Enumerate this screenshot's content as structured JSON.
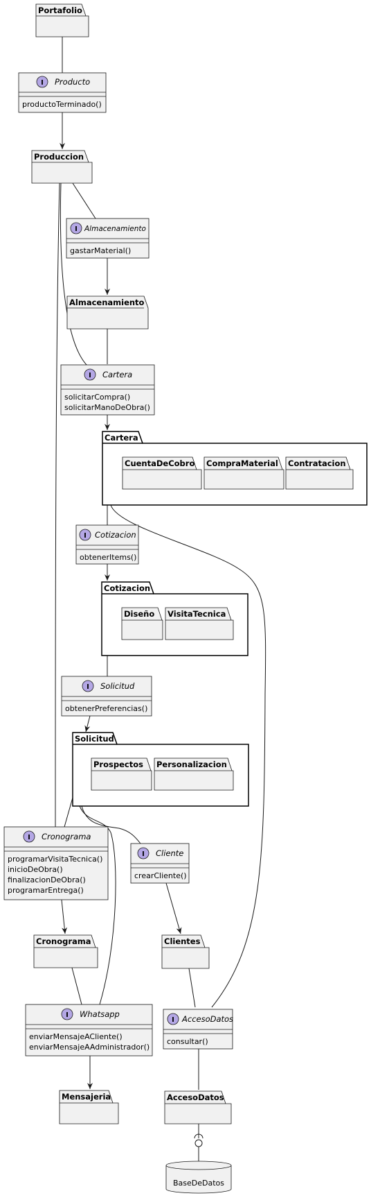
{
  "packages": {
    "portafolio": "Portafolio",
    "produccion": "Produccion",
    "almacenamiento": "Almacenamiento",
    "cartera": "Cartera",
    "cuenta_de_cobro": "CuentaDeCobro",
    "compra_material": "CompraMaterial",
    "contratacion": "Contratacion",
    "cotizacion": "Cotizacion",
    "diseno": "Diseño",
    "visita_tecnica": "VisitaTecnica",
    "solicitud": "Solicitud",
    "prospectos": "Prospectos",
    "personalizacion": "Personalizacion",
    "cronograma": "Cronograma",
    "clientes": "Clientes",
    "mensajeria": "Mensajeria",
    "acceso_datos": "AccesoDatos"
  },
  "interfaces": {
    "producto": {
      "name": "Producto",
      "methods": [
        "productoTerminado()"
      ]
    },
    "almacenamiento": {
      "name": "Almacenamiento",
      "methods": [
        "gastarMaterial()"
      ]
    },
    "cartera": {
      "name": "Cartera",
      "methods": [
        "solicitarCompra()",
        "solicitarManoDeObra()"
      ]
    },
    "cotizacion": {
      "name": "Cotizacion",
      "methods": [
        "obtenerItems()"
      ]
    },
    "solicitud": {
      "name": "Solicitud",
      "methods": [
        "obtenerPreferencias()"
      ]
    },
    "cronograma": {
      "name": "Cronograma",
      "methods": [
        "programarVisitaTecnica()",
        "inicioDeObra()",
        "finalizacionDeObra()",
        "programarEntrega()"
      ]
    },
    "cliente": {
      "name": "Cliente",
      "methods": [
        "crearCliente()"
      ]
    },
    "whatsapp": {
      "name": "Whatsapp",
      "methods": [
        "enviarMensajeACliente()",
        "enviarMensajeAAdministrador()"
      ]
    },
    "acceso_datos": {
      "name": "AccesoDatos",
      "methods": [
        "consultar()"
      ]
    }
  },
  "interface_marker": "I",
  "database": {
    "label": "BaseDeDatos"
  },
  "colors": {
    "fill": "#f1f1f1",
    "stroke": "#181818",
    "marker": "#b4a7e5"
  }
}
